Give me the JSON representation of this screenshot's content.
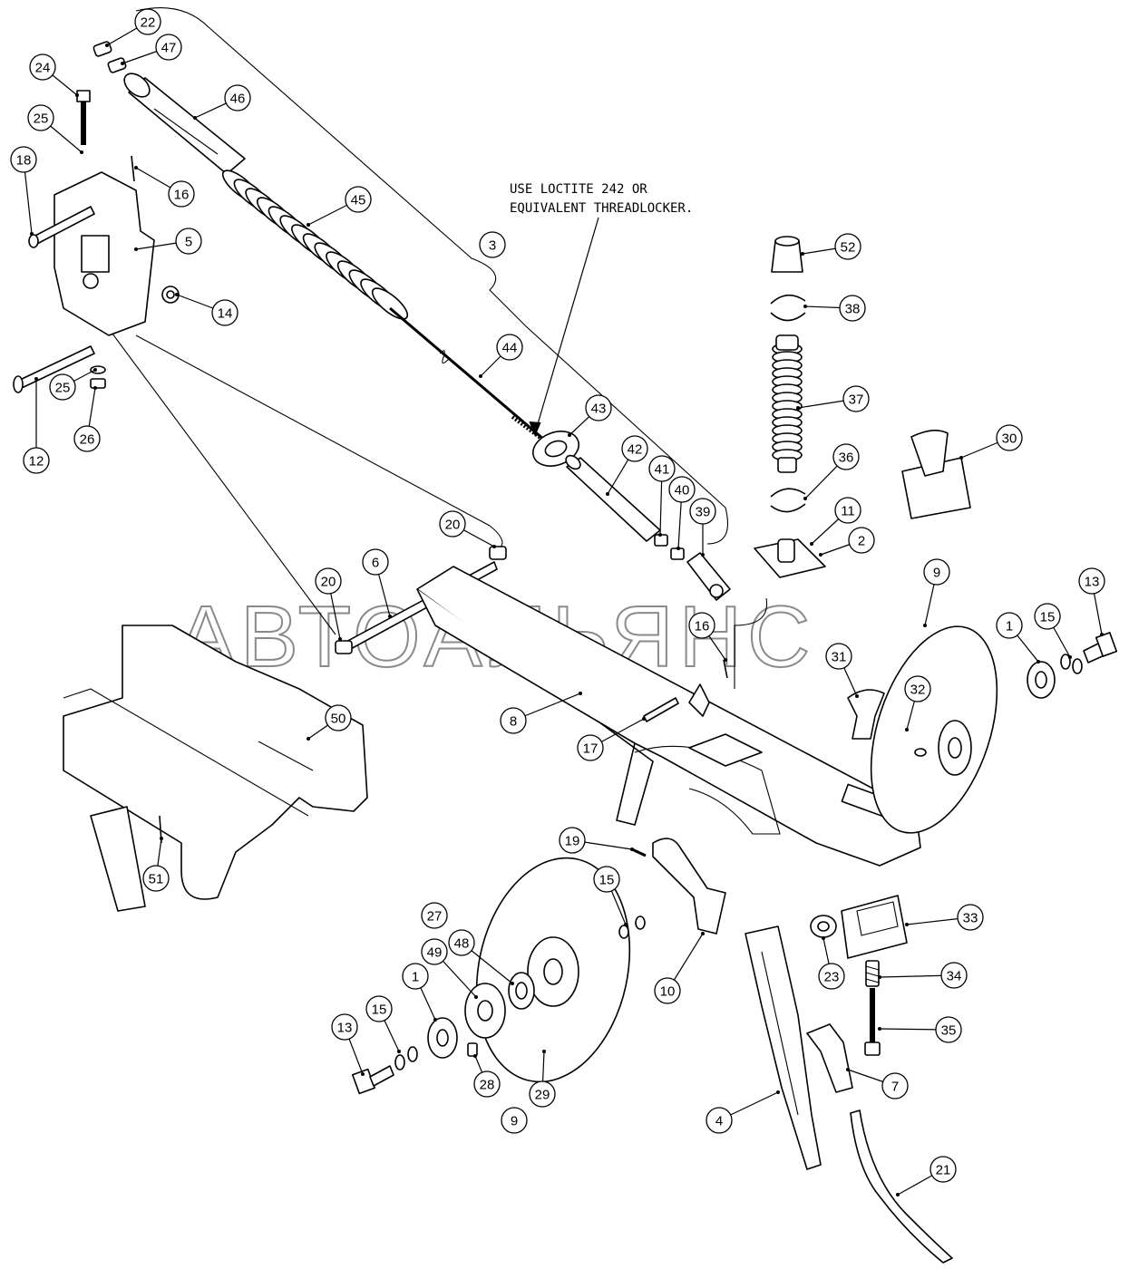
{
  "watermark": "АВТОАЛЬЯНС",
  "note": {
    "line1": "USE LOCTITE 242 OR",
    "line2": "EQUIVALENT THREADLOCKER."
  },
  "callouts": [
    "22",
    "47",
    "24",
    "46",
    "25",
    "18",
    "16",
    "45",
    "5",
    "14",
    "3",
    "52",
    "38",
    "12",
    "25",
    "26",
    "44",
    "37",
    "43",
    "30",
    "36",
    "42",
    "41",
    "40",
    "39",
    "11",
    "2",
    "20",
    "20",
    "6",
    "9",
    "13",
    "1",
    "15",
    "16",
    "31",
    "32",
    "8",
    "17",
    "50",
    "19",
    "15",
    "10",
    "48",
    "49",
    "27",
    "23",
    "33",
    "34",
    "1",
    "15",
    "35",
    "13",
    "28",
    "29",
    "9",
    "7",
    "4",
    "21",
    "51"
  ]
}
